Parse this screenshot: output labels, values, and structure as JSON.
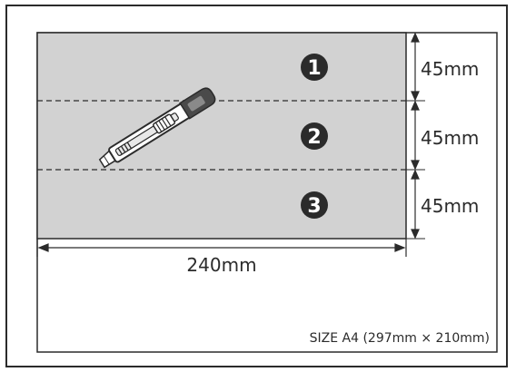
{
  "sheet": {
    "size_label": "SIZE A4 (297mm × 210mm)",
    "width_label": "240mm"
  },
  "strips": [
    {
      "number": "1",
      "height_label": "45mm"
    },
    {
      "number": "2",
      "height_label": "45mm"
    },
    {
      "number": "3",
      "height_label": "45mm"
    }
  ],
  "icons": {
    "cutter": "utility-knife-icon"
  },
  "colors": {
    "strip_fill": "#d2d2d2",
    "line": "#2b2b2b",
    "badge": "#2b2b2b"
  }
}
